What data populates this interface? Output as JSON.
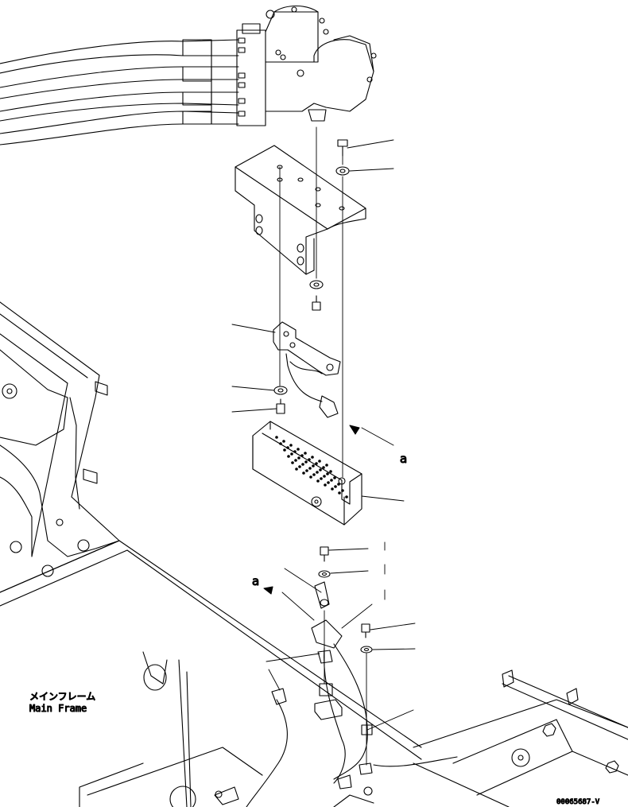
{
  "labels": {
    "frame_jp": "メインフレーム",
    "frame_en": "Main Frame",
    "callout_a_right": "a",
    "callout_a_left": "a",
    "figure_number": "00065687-V"
  },
  "colors": {
    "line": "#000000",
    "paper": "#ffffff"
  }
}
